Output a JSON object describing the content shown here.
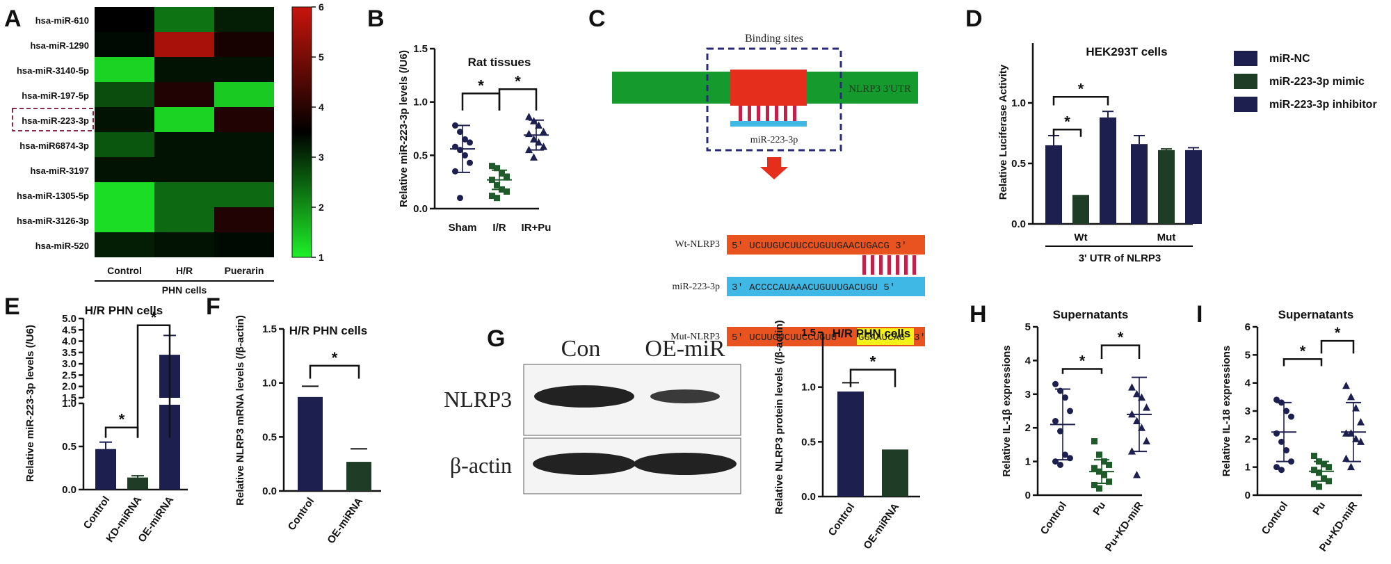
{
  "panels": {
    "A": "A",
    "B": "B",
    "C": "C",
    "D": "D",
    "E": "E",
    "F": "F",
    "G": "G",
    "H": "H",
    "I": "I"
  },
  "colors": {
    "navy": "#1d1f4f",
    "dark_green": "#1f3d26",
    "green": "#159a2e",
    "bright_green": "#1eeb2a",
    "red": "#e52e1c",
    "blue_seq": "#3fb8e6",
    "yellow": "#f2f21a"
  },
  "chart_data": [
    {
      "id": "A",
      "type": "heatmap",
      "rows": [
        "hsa-miR-610",
        "hsa-miR-1290",
        "hsa-miR-3140-5p",
        "hsa-miR-197-5p",
        "hsa-miR-223-3p",
        "hsa-miR6874-3p",
        "hsa-miR-3197",
        "hsa-miR-1305-5p",
        "hsa-miR-3126-3p",
        "hsa-miR-520"
      ],
      "columns": [
        "Control",
        "H/R",
        "Puerarin"
      ],
      "highlighted_row": "hsa-miR-223-3p",
      "xlabel": "PHN cells",
      "colorbar_ticks": [
        "6",
        "5",
        "4",
        "3",
        "2",
        "1"
      ],
      "values": [
        [
          3.5,
          2.3,
          3.2
        ],
        [
          3.4,
          5.6,
          3.8
        ],
        [
          1.3,
          3.3,
          3.3
        ],
        [
          2.7,
          3.9,
          1.4
        ],
        [
          3.3,
          1.3,
          3.9
        ],
        [
          2.6,
          3.3,
          3.3
        ],
        [
          3.3,
          3.3,
          3.3
        ],
        [
          1.2,
          2.4,
          2.4
        ],
        [
          1.2,
          2.4,
          3.9
        ],
        [
          3.2,
          3.3,
          3.4
        ]
      ]
    },
    {
      "id": "B",
      "type": "scatter",
      "title": "Rat tissues",
      "ylabel": "Relative miR-223-3p levels (/U6)",
      "categories": [
        "Sham",
        "I/R",
        "IR+Pu"
      ],
      "ylim": [
        0.0,
        1.5
      ],
      "yticks": [
        "0.0",
        "0.5",
        "1.0",
        "1.5"
      ],
      "series": [
        {
          "category": "Sham",
          "marker": "circle",
          "color": "#1d1f4f",
          "mean": 0.56,
          "sd": 0.22,
          "points": [
            0.78,
            0.72,
            0.65,
            0.62,
            0.58,
            0.55,
            0.5,
            0.43,
            0.35,
            0.1
          ]
        },
        {
          "category": "I/R",
          "marker": "square",
          "color": "#1f5a2a",
          "mean": 0.27,
          "sd": 0.09,
          "points": [
            0.4,
            0.38,
            0.33,
            0.3,
            0.27,
            0.22,
            0.18,
            0.16,
            0.12,
            0.1
          ]
        },
        {
          "category": "IR+Pu",
          "marker": "triangle",
          "color": "#1d1f4f",
          "mean": 0.69,
          "sd": 0.14,
          "points": [
            0.86,
            0.82,
            0.78,
            0.72,
            0.7,
            0.65,
            0.62,
            0.58,
            0.55,
            0.48
          ]
        }
      ],
      "significance": [
        [
          "Sham",
          "I/R",
          "*"
        ],
        [
          "I/R",
          "IR+Pu",
          "*"
        ]
      ]
    },
    {
      "id": "C",
      "type": "diagram",
      "binding_sites": "Binding sites",
      "utr_label": "NLRP3 3'UTR",
      "mir_label": "miR-223-3p",
      "rows": [
        {
          "label": "Wt-NLRP3",
          "seq": "5' UCUUGUCUUCCUGUUGAACUGACG 3'"
        },
        {
          "label": "miR-223-3p",
          "seq": "3' ACCCCAUAAACUGUUUGACUGU 5'"
        },
        {
          "label": "Mut-NLRP3",
          "seq_prefix": "5' UCUUGUCUUCCUGUU",
          "seq_mut": "GGAAUCAG",
          "seq_suffix": "3'"
        }
      ]
    },
    {
      "id": "D",
      "type": "bar",
      "title": "HEK293T cells",
      "ylabel": "Relative Luciferase Activity",
      "xlabel": "3' UTR of NLRP3",
      "categories": [
        "Wt",
        "Mut"
      ],
      "ylim": [
        0.0,
        1.0
      ],
      "yticks": [
        "0.0",
        "0.5",
        "1.0"
      ],
      "series": [
        {
          "name": "miR-NC",
          "color": "#1d1f4f",
          "values": [
            0.65,
            0.66
          ],
          "err": [
            0.08,
            0.07
          ]
        },
        {
          "name": "miR-223-3p mimic",
          "color": "#1f3d26",
          "values": [
            0.24,
            0.61
          ],
          "err": [
            0.0,
            0.01
          ]
        },
        {
          "name": "miR-223-3p inhibitor",
          "color": "#1d1f4f",
          "values": [
            0.88,
            0.61
          ],
          "err": [
            0.05,
            0.02
          ]
        }
      ],
      "significance": [
        [
          "miR-NC",
          "miR-223-3p mimic",
          "*"
        ],
        [
          "miR-NC",
          "miR-223-3p inhibitor",
          "*"
        ]
      ]
    },
    {
      "id": "E",
      "type": "bar",
      "title": "H/R PHN cells",
      "ylabel": "Relative miR-223-3p levels (/U6)",
      "categories": [
        "Control",
        "KD-miRNA",
        "OE-miRNA"
      ],
      "broken_axis": true,
      "yticks_lower": [
        "0.0",
        "0.5",
        "1.0"
      ],
      "yticks_upper": [
        "1.5",
        "2.0",
        "2.5",
        "3.0",
        "3.5",
        "4.0",
        "4.5",
        "5.0"
      ],
      "values": [
        0.47,
        0.14,
        3.4
      ],
      "err": [
        0.08,
        0.02,
        0.85
      ],
      "colors": [
        "#1d1f4f",
        "#1f3d26",
        "#1d1f4f"
      ],
      "significance": [
        [
          "Control",
          "KD-miRNA",
          "*"
        ],
        [
          "KD-miRNA",
          "OE-miRNA",
          "*"
        ]
      ]
    },
    {
      "id": "F",
      "type": "bar",
      "title": "H/R PHN cells",
      "ylabel": "Relative NLRP3 mRNA levels (/β-actin)",
      "categories": [
        "Control",
        "OE-miRNA"
      ],
      "ylim": [
        0.0,
        1.5
      ],
      "yticks": [
        "0.0",
        "0.5",
        "1.0",
        "1.5"
      ],
      "values": [
        0.87,
        0.27
      ],
      "err": [
        0.1,
        0.12
      ],
      "colors": [
        "#1d1f4f",
        "#1f3d26"
      ],
      "significance": [
        [
          "Control",
          "OE-miRNA",
          "*"
        ]
      ]
    },
    {
      "id": "G",
      "type": "bar",
      "title": "H/R PHN cells",
      "ylabel": "Relative NLRP3 protein levels (/β-actin)",
      "categories": [
        "Control",
        "OE-miRNA"
      ],
      "ylim": [
        0.0,
        1.5
      ],
      "yticks": [
        "0.0",
        "0.5",
        "1.0",
        "1.5"
      ],
      "values": [
        0.96,
        0.43
      ],
      "err": [
        0.08,
        0.0
      ],
      "colors": [
        "#1d1f4f",
        "#1f3d26"
      ],
      "significance": [
        [
          "Control",
          "OE-miRNA",
          "*"
        ]
      ],
      "blot": {
        "lanes": [
          "Con",
          "OE-miR"
        ],
        "rows": [
          "NLRP3",
          "β-actin"
        ]
      }
    },
    {
      "id": "H",
      "type": "scatter",
      "title": "Supernatants",
      "ylabel": "Relative IL-1β expressions",
      "categories": [
        "Control",
        "Pu",
        "Pu+KD-miR"
      ],
      "ylim": [
        0,
        5
      ],
      "yticks": [
        "0",
        "1",
        "2",
        "3",
        "4",
        "5"
      ],
      "series": [
        {
          "category": "Control",
          "marker": "circle",
          "color": "#1d1f4f",
          "mean": 2.1,
          "sd": 1.05,
          "points": [
            3.3,
            3.1,
            2.9,
            2.5,
            2.2,
            1.9,
            1.2,
            1.1,
            1.0,
            0.9
          ]
        },
        {
          "category": "Pu",
          "marker": "square",
          "color": "#1f5a2a",
          "mean": 0.7,
          "sd": 0.35,
          "points": [
            1.6,
            1.2,
            1.0,
            0.9,
            0.8,
            0.7,
            0.6,
            0.4,
            0.3,
            0.2
          ]
        },
        {
          "category": "Pu+KD-miR",
          "marker": "triangle",
          "color": "#1d1f4f",
          "mean": 2.4,
          "sd": 1.1,
          "points": [
            3.2,
            3.0,
            2.9,
            2.6,
            2.4,
            2.2,
            2.0,
            1.6,
            1.3,
            0.6
          ]
        }
      ],
      "significance": [
        [
          "Control",
          "Pu",
          "*"
        ],
        [
          "Pu",
          "Pu+KD-miR",
          "*"
        ]
      ]
    },
    {
      "id": "I",
      "type": "scatter",
      "title": "Supernatants",
      "ylabel": "Relative IL-18 expressions",
      "categories": [
        "Control",
        "Pu",
        "Pu+KD-miR"
      ],
      "ylim": [
        0,
        6
      ],
      "yticks": [
        "0",
        "1",
        "2",
        "3",
        "4",
        "5",
        "6"
      ],
      "series": [
        {
          "category": "Control",
          "marker": "circle",
          "color": "#1d1f4f",
          "mean": 2.25,
          "sd": 1.05,
          "points": [
            3.4,
            3.3,
            3.0,
            2.8,
            2.2,
            1.9,
            1.6,
            1.2,
            1.0,
            0.9
          ]
        },
        {
          "category": "Pu",
          "marker": "square",
          "color": "#1f5a2a",
          "mean": 0.85,
          "sd": 0.35,
          "points": [
            1.4,
            1.2,
            1.1,
            1.0,
            0.9,
            0.8,
            0.6,
            0.5,
            0.4,
            0.3
          ]
        },
        {
          "category": "Pu+KD-miR",
          "marker": "triangle",
          "color": "#1d1f4f",
          "mean": 2.25,
          "sd": 1.05,
          "points": [
            3.9,
            3.5,
            3.1,
            2.6,
            2.2,
            2.2,
            2.0,
            1.9,
            1.3,
            1.0
          ]
        }
      ],
      "significance": [
        [
          "Control",
          "Pu",
          "*"
        ],
        [
          "Pu",
          "Pu+KD-miR",
          "*"
        ]
      ]
    }
  ]
}
